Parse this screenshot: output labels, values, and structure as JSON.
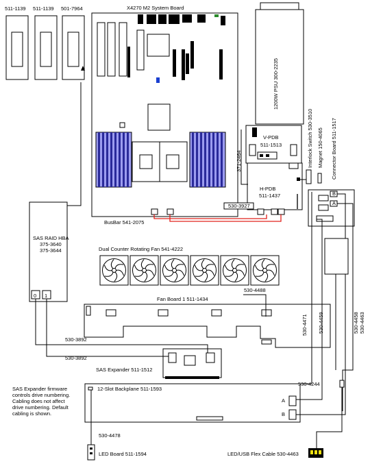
{
  "cards": {
    "card1": "511-1139",
    "card2": "511-1139",
    "card3": "501-7964"
  },
  "system_board": "X4270 M2 System Board",
  "psu": "1200W PSU 300-2235",
  "v_pdb": {
    "name": "V-PDB",
    "part": "511-1513"
  },
  "h_pdb": {
    "name": "H-PDB",
    "part": "511-1437"
  },
  "interlock_switch": "Interlock Switch 530-3510",
  "magnet": "Magnet 150-4065",
  "connector_board": "Connector Board 511-1517",
  "cable_371_2464": "371-2464",
  "cable_530_3927": "530-3927",
  "busbar": "BusBar 541-2075",
  "sas_hba": {
    "line1": "SAS RAID HBA",
    "line2": "375-3640",
    "line3": "375-3644",
    "port0": "0",
    "port1": "1"
  },
  "fan_assembly": "Dual Counter Rotating Fan 541-4222",
  "fan_board": "Fan Board 1 511-1434",
  "cables": {
    "c4488": "530-4488",
    "c4471": "530-4471",
    "c4459": "530-4459",
    "c4458": "530-4458",
    "c4463": "530-4463",
    "c3892a": "530-3892",
    "c3892b": "530-3892",
    "c4244": "530-4244",
    "c4478": "530-4478"
  },
  "sas_expander": "SAS Expander 511-1512",
  "backplane": "12-Slot Backplane 511-1593",
  "port_a": "A",
  "port_b": "B",
  "note": {
    "line1": "SAS Expander firmware",
    "line2": "controls drive numbering.",
    "line3": "Cabling does not affect",
    "line4": "drive numbering. Default",
    "line5": "cabling is shown."
  },
  "led_board": "LED Board 511-1594",
  "flex_cable": "LED/USB Flex Cable 530-4463",
  "colors": {
    "busbar_wire": "#e0201a",
    "dimm_blue": "#5a5ad8",
    "dimm_blue_light": "#9c9cf0",
    "led_yellow": "#f0e010"
  }
}
